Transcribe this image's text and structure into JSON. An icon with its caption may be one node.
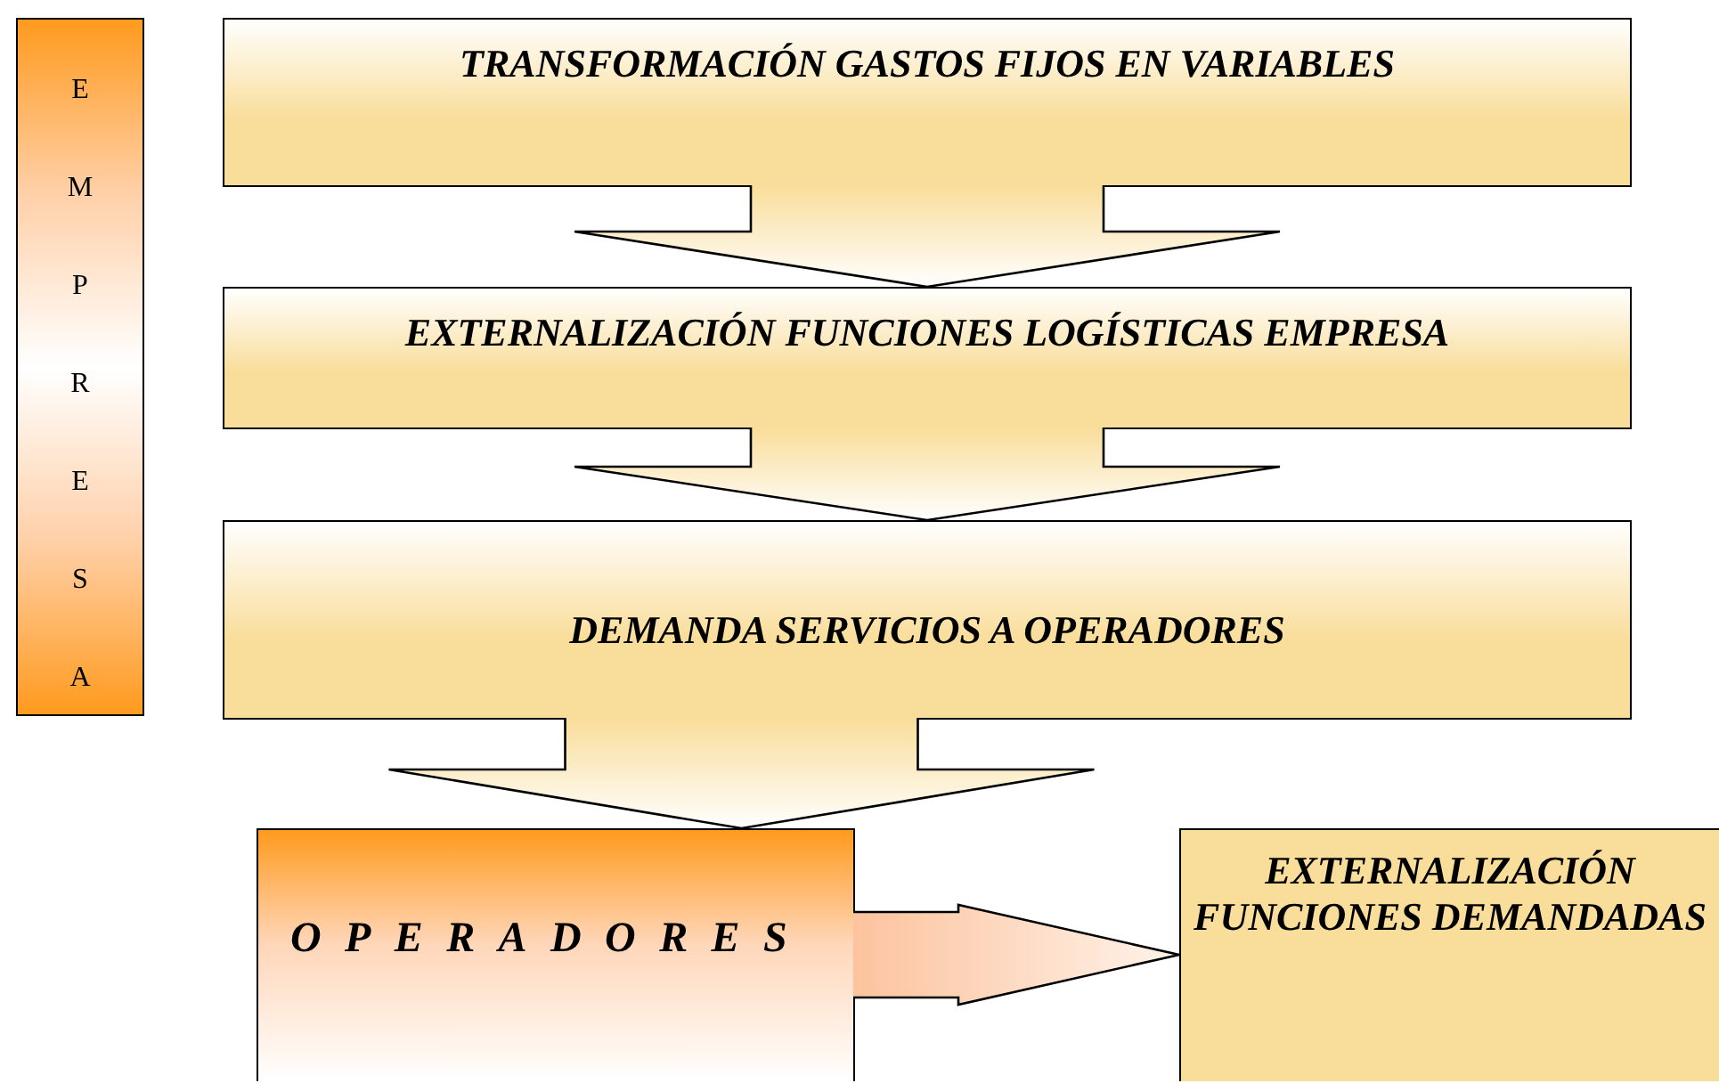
{
  "diagram": {
    "nodes": [
      {
        "text": [
          "EMPRESA"
        ]
      },
      {
        "text": [
          "TRANSFORMACIÓN  GASTOS FIJOS  EN   VARIABLES"
        ]
      },
      {
        "text": [
          "EXTERNALIZACIÓN FUNCIONES LOGÍSTICAS EMPRESA"
        ]
      },
      {
        "text": [
          "DEMANDA SERVICIOS A OPERADORES"
        ]
      },
      {
        "text": [
          "OPERADORES"
        ]
      },
      {
        "text": [
          "EXTERNALIZACIÓN FUNCIONES DEMANDADAS"
        ]
      }
    ],
    "edges": [
      {
        "from": 1,
        "to": 2,
        "arrow": "to"
      },
      {
        "from": 2,
        "to": 3,
        "arrow": "to"
      },
      {
        "from": 3,
        "to": 4,
        "arrow": "to"
      },
      {
        "from": 4,
        "to": 5,
        "arrow": "to"
      }
    ]
  }
}
